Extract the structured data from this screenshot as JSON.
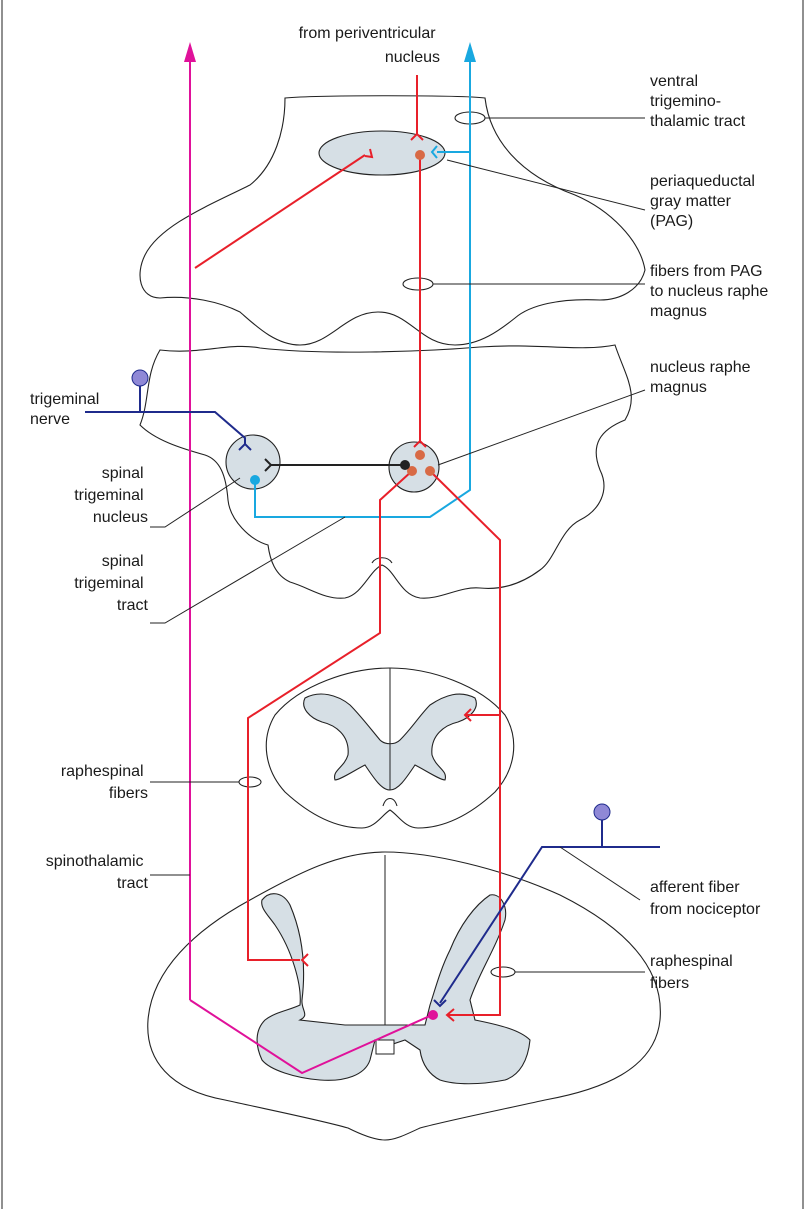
{
  "colors": {
    "magenta": "#e0119a",
    "red": "#e8202a",
    "cyan": "#19a8e0",
    "navy": "#1f2b8c",
    "gray_fill": "#d6dfe5",
    "neuron_body": "#d86a45",
    "ganglion": "#8f88d6"
  },
  "labels": {
    "from_periventricular_1": "from periventricular",
    "from_periventricular_2": "nucleus",
    "vtt_1": "ventral",
    "vtt_2": "trigemino-",
    "vtt_3": "thalamic tract",
    "pag_1": "periaqueductal",
    "pag_2": "gray matter",
    "pag_3": "(PAG)",
    "fibers_pag_1": "fibers from PAG",
    "fibers_pag_2": "to nucleus raphe",
    "fibers_pag_3": "magnus",
    "nrm_1": "nucleus raphe",
    "nrm_2": "magnus",
    "trig_nerve_1": "trigeminal",
    "trig_nerve_2": "nerve",
    "stn_1": "spinal",
    "stn_2": "trigeminal",
    "stn_3": "nucleus",
    "stt_1": "spinal",
    "stt_2": "trigeminal",
    "stt_3": "tract",
    "raphespinal_left_1": "raphespinal",
    "raphespinal_left_2": "fibers",
    "spinothalamic_1": "spinothalamic",
    "spinothalamic_2": "tract",
    "afferent_1": "afferent fiber",
    "afferent_2": "from nociceptor",
    "raphespinal_right_1": "raphespinal",
    "raphespinal_right_2": "fibers"
  }
}
